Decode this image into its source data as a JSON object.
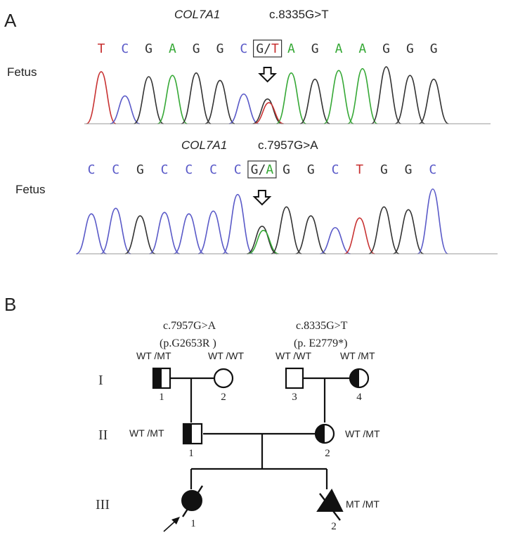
{
  "panelA": {
    "label": "A",
    "tracks": [
      {
        "gene": "COL7A1",
        "mutation": "c.8335G>T",
        "sample": "Fetus",
        "bases": [
          "T",
          "C",
          "G",
          "A",
          "G",
          "G",
          "C",
          "G/T",
          "A",
          "G",
          "A",
          "A",
          "G",
          "G",
          "G"
        ],
        "het_index": 7
      },
      {
        "gene": "COL7A1",
        "mutation": "c.7957G>A",
        "sample": "Fetus",
        "bases": [
          "C",
          "C",
          "G",
          "C",
          "C",
          "C",
          "C",
          "G/A",
          "G",
          "G",
          "C",
          "T",
          "G",
          "G",
          "C"
        ],
        "het_index": 7
      }
    ],
    "colors": {
      "A": "#35a835",
      "C": "#5a5ac8",
      "G": "#333333",
      "T": "#c83232"
    }
  },
  "panelB": {
    "label": "B",
    "paternal_variant": {
      "cdna": "c.7957G>A",
      "protein": "(p.G2653R )"
    },
    "maternal_variant": {
      "cdna": "c.8335G>T",
      "protein": "(p. E2779*)"
    },
    "generations": [
      "I",
      "II",
      "III"
    ],
    "individuals": {
      "I1": {
        "number": "1",
        "genotype": "WT /MT"
      },
      "I2": {
        "number": "2",
        "genotype": "WT /WT"
      },
      "I3": {
        "number": "3",
        "genotype": "WT /WT"
      },
      "I4": {
        "number": "4",
        "genotype": "WT /MT"
      },
      "II1": {
        "number": "1",
        "genotype": "WT /MT"
      },
      "II2": {
        "number": "2",
        "genotype": "WT /MT"
      },
      "III1": {
        "number": "1",
        "genotype": ""
      },
      "III2": {
        "number": "2",
        "genotype": "MT /MT"
      }
    }
  }
}
